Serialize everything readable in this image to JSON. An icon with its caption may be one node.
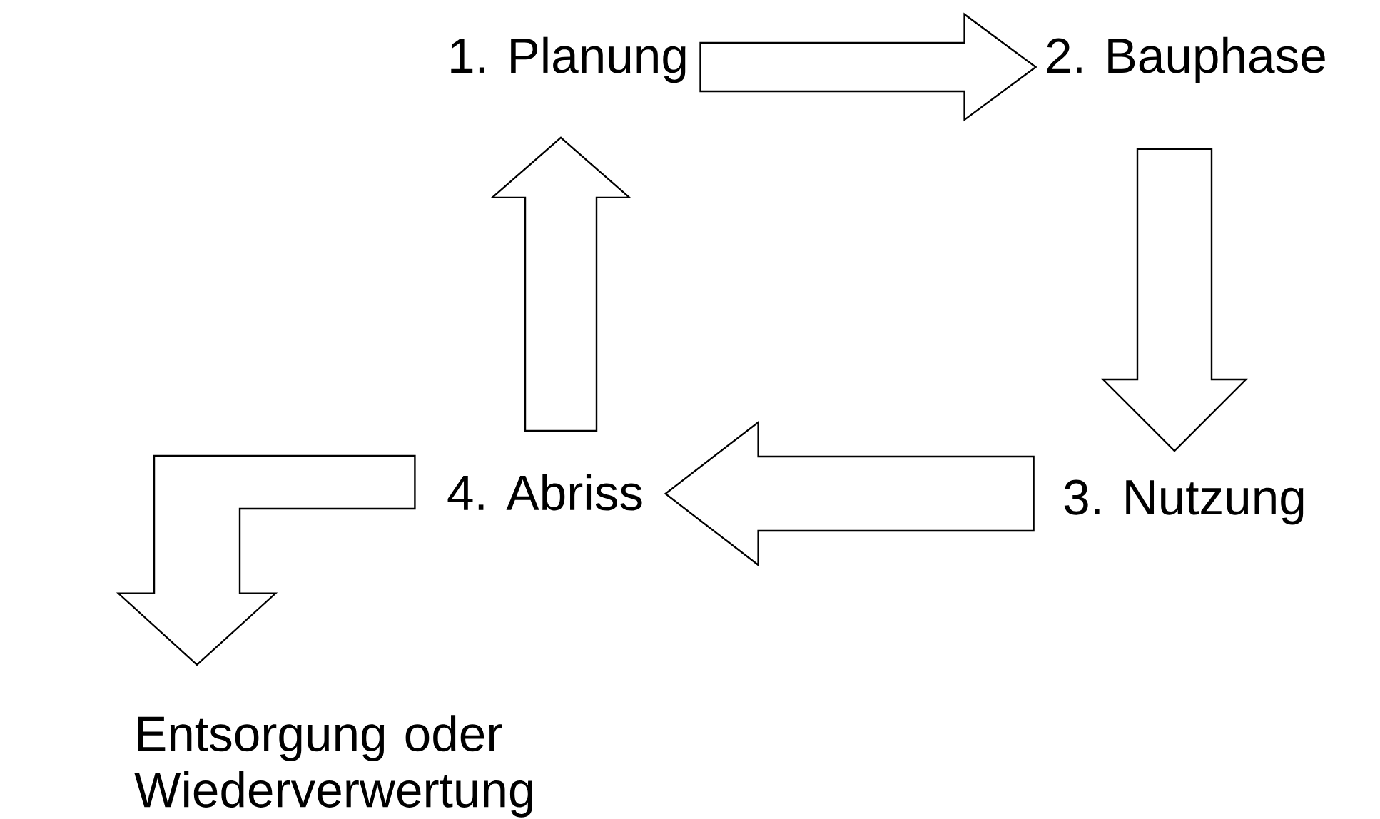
{
  "diagram": {
    "nodes": [
      {
        "text": [
          "1. Planung"
        ]
      },
      {
        "text": [
          "2. Bauphase"
        ]
      },
      {
        "text": [
          "3. Nutzung"
        ]
      },
      {
        "text": [
          "4. Abriss"
        ]
      },
      {
        "text": [
          "Entsorgung oder Wiederverwertung"
        ]
      }
    ],
    "edges": [
      {
        "from": 0,
        "to": 1,
        "arrow": "to"
      },
      {
        "from": 1,
        "to": 2,
        "arrow": "to"
      },
      {
        "from": 2,
        "to": 3,
        "arrow": "to"
      },
      {
        "from": 3,
        "to": 0,
        "arrow": "to"
      },
      {
        "from": 3,
        "to": 4,
        "arrow": "to"
      }
    ]
  }
}
